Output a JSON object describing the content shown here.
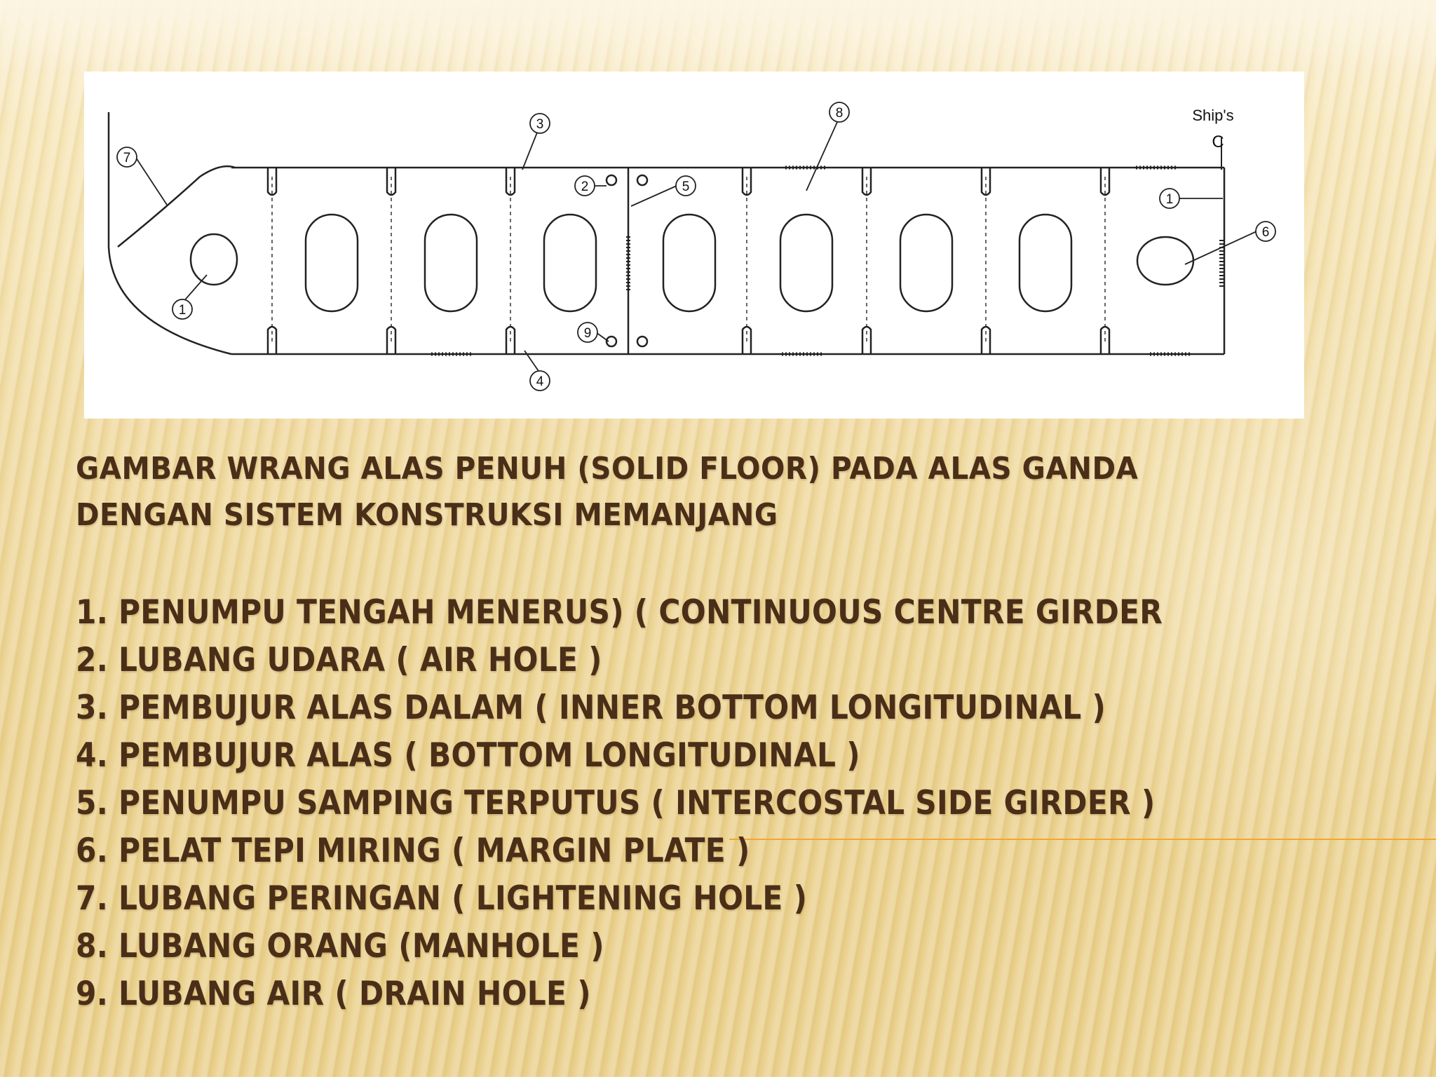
{
  "figure": {
    "callouts": [
      "1",
      "1",
      "2",
      "3",
      "4",
      "5",
      "6",
      "7",
      "8",
      "9"
    ],
    "ships_label": "Ship's",
    "centerline_symbol": "C"
  },
  "title": {
    "line1": "GAMBAR WRANG ALAS PENUH (SOLID FLOOR) PADA ALAS GANDA",
    "line2": "DENGAN SISTEM KONSTRUKSI MEMANJANG"
  },
  "legend": [
    "1. PENUMPU TENGAH MENERUS) ( CONTINUOUS CENTRE GIRDER",
    "2. LUBANG UDARA ( AIR HOLE )",
    "3. PEMBUJUR ALAS DALAM ( INNER BOTTOM LONGITUDINAL )",
    "4. PEMBUJUR ALAS ( BOTTOM LONGITUDINAL )",
    "5. PENUMPU SAMPING TERPUTUS ( INTERCOSTAL SIDE GIRDER )",
    "6. PELAT TEPI MIRING ( MARGIN PLATE )",
    "7. LUBANG PERINGAN ( LIGHTENING HOLE )",
    "8. LUBANG ORANG (MANHOLE )",
    "9. LUBANG AIR ( DRAIN HOLE )"
  ],
  "colors": {
    "text": "#4a2e18",
    "accent_line": "#f0a830",
    "background": "#efd99e"
  }
}
